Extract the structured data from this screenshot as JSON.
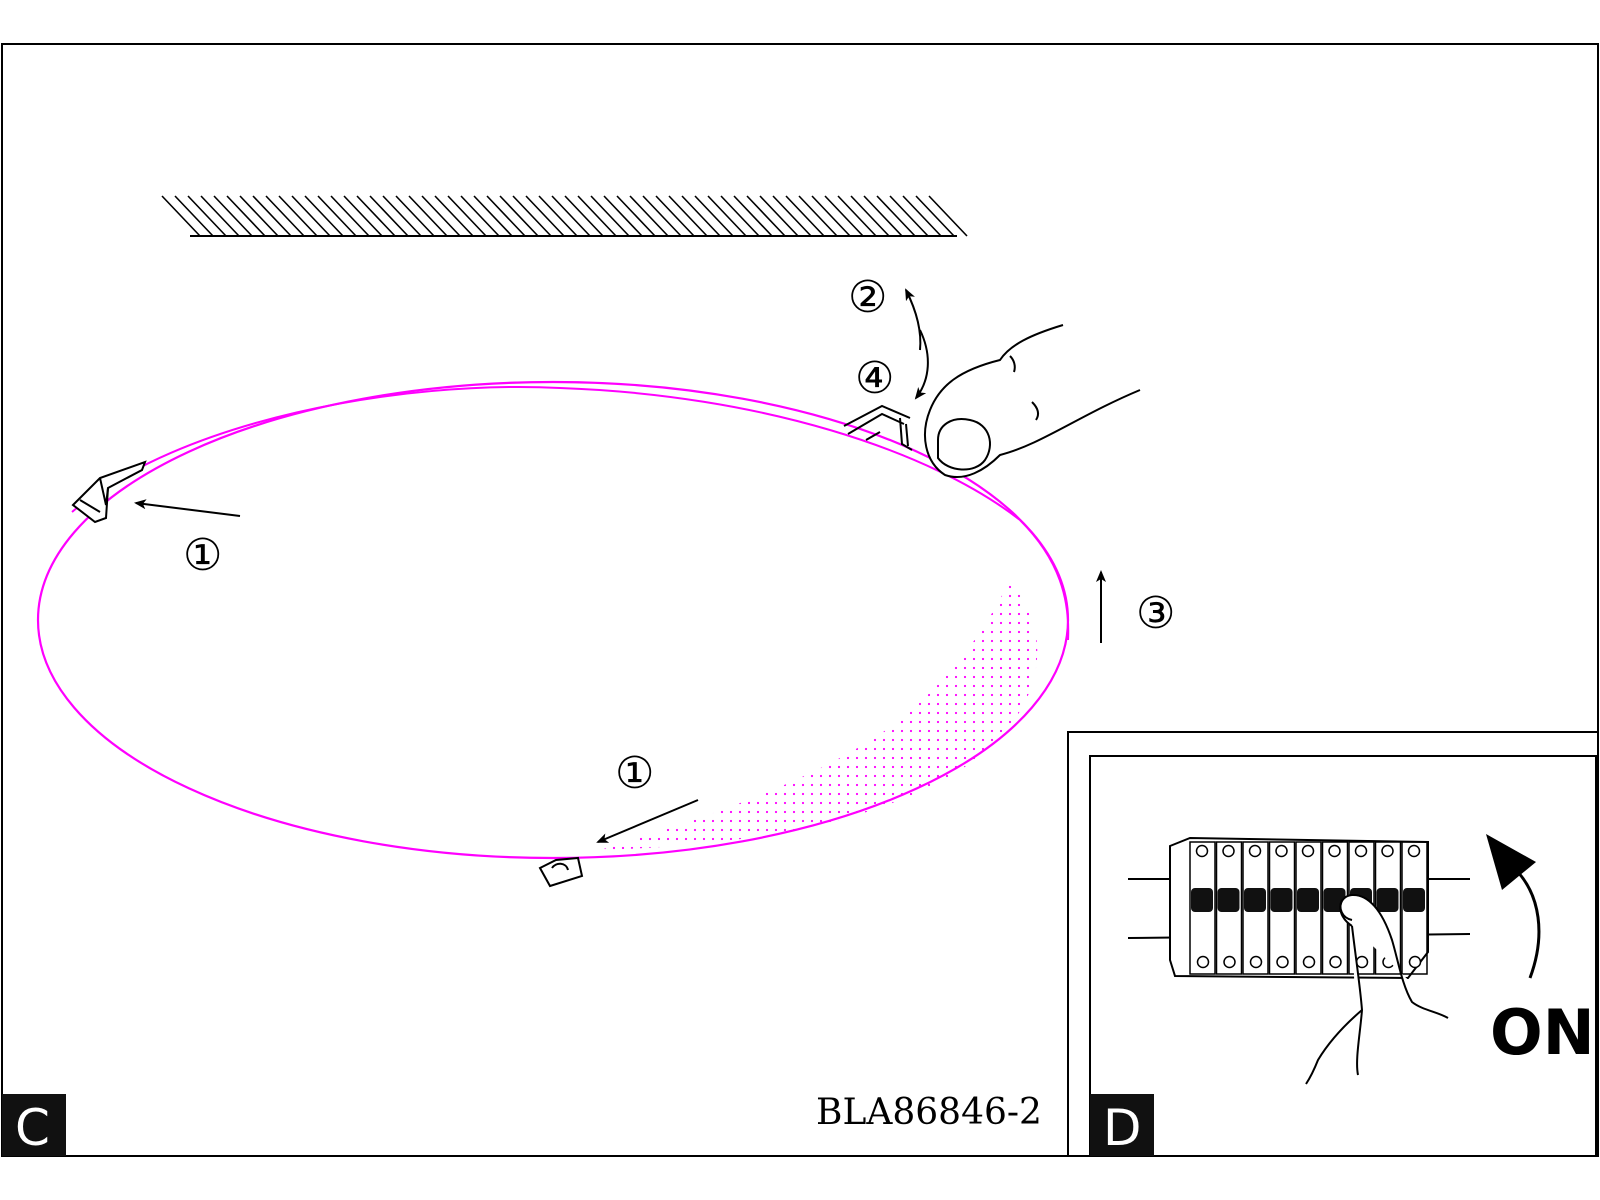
{
  "panel_c": {
    "label": "C",
    "model_code": "BLA86846-2",
    "steps": {
      "clip_left": "①",
      "clip_bottom": "①",
      "lift": "②",
      "push_up": "③",
      "press": "④"
    },
    "shade_color": "#ff00ff"
  },
  "panel_d": {
    "label": "D",
    "switch_state": "ON"
  }
}
